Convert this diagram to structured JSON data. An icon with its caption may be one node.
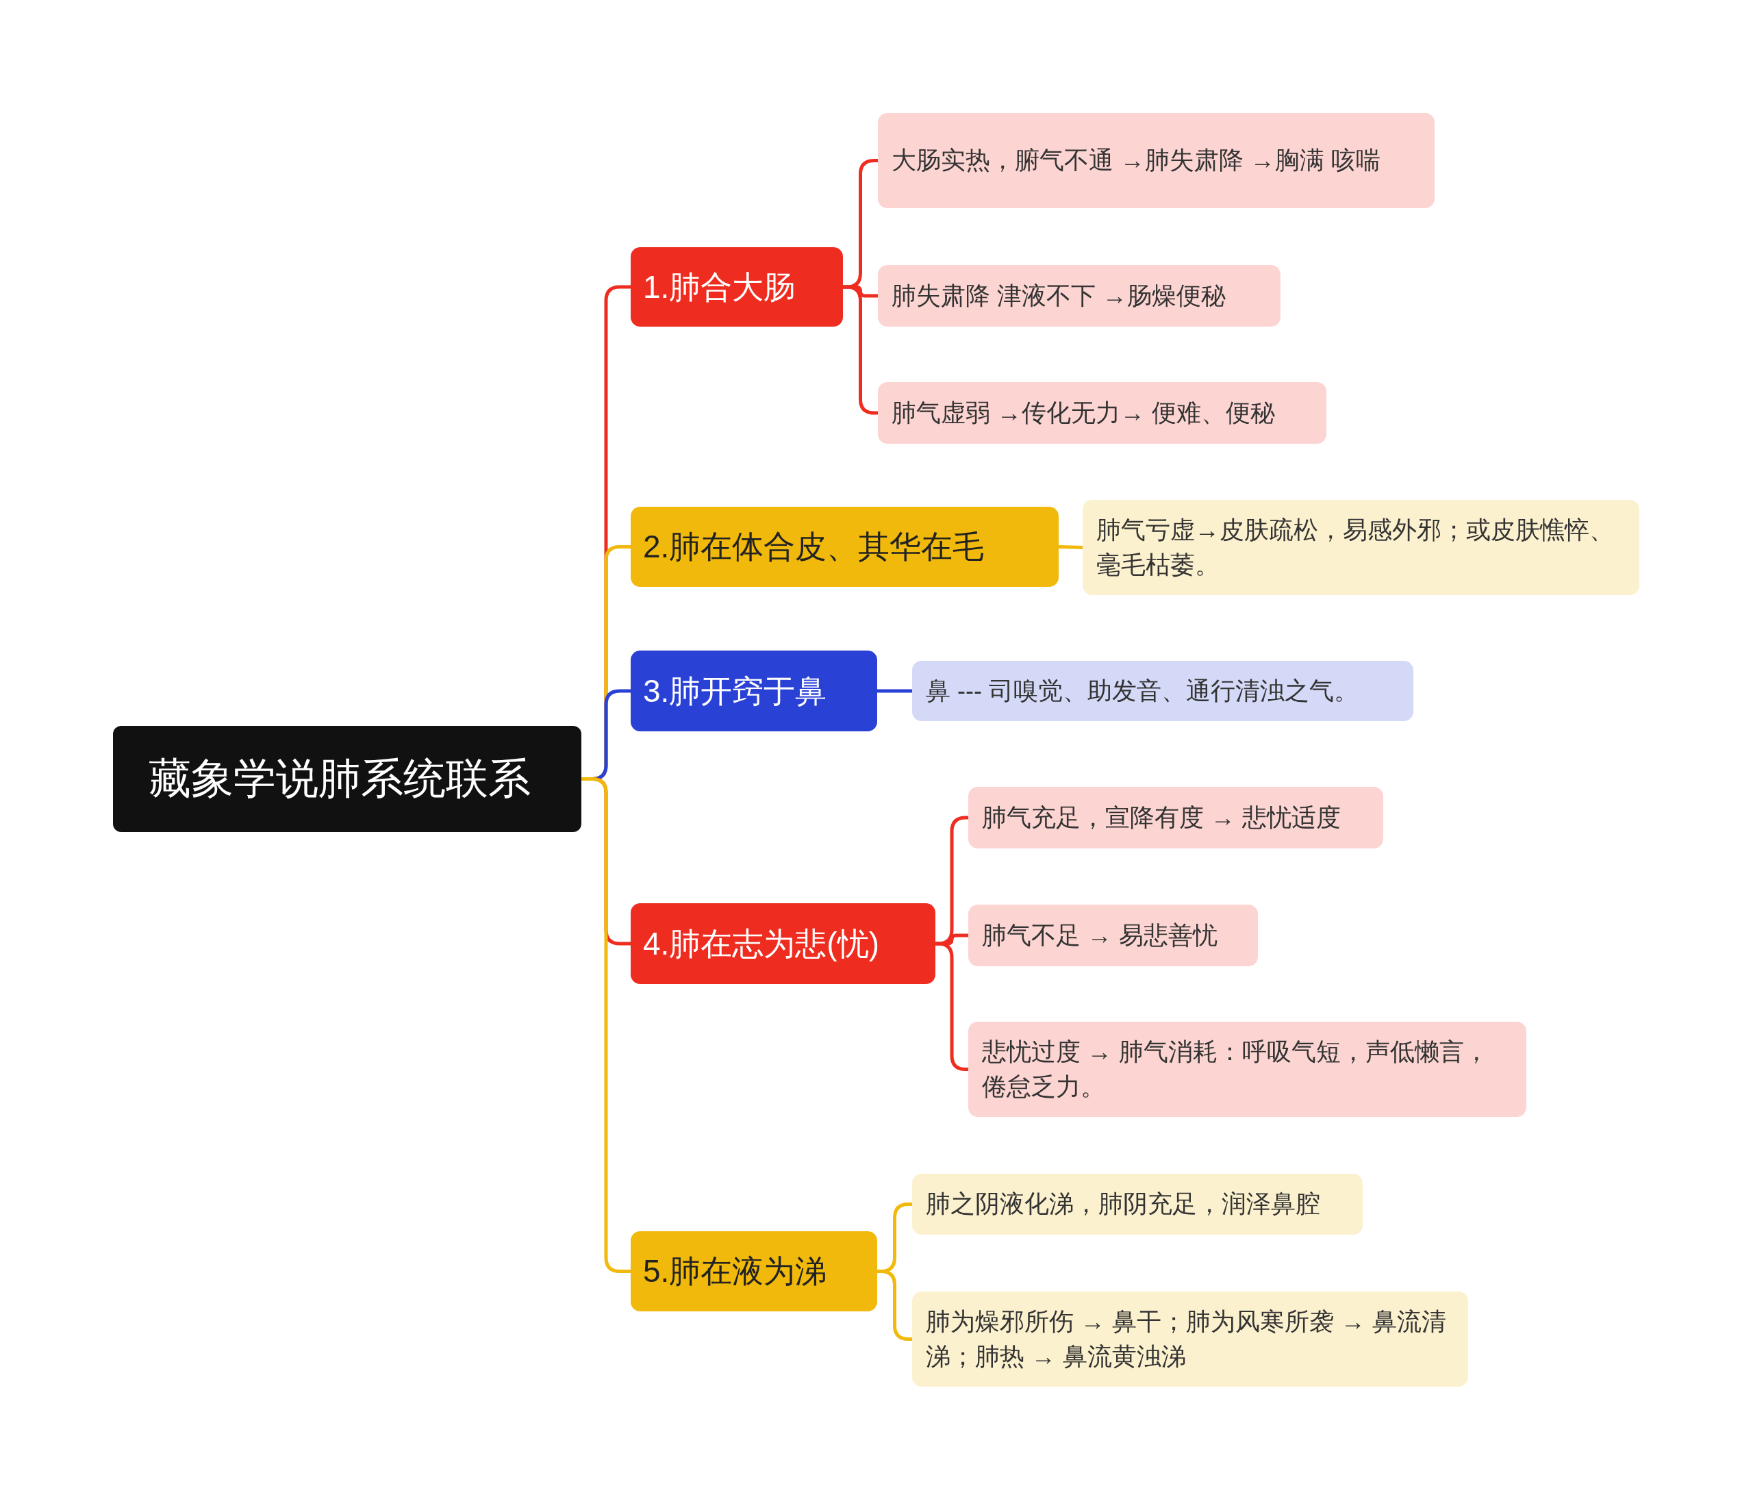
{
  "diagram": {
    "nodes": [
      {
        "text": [
          "藏象学说肺系统联系"
        ]
      },
      {
        "text": [
          "1.肺合大肠"
        ]
      },
      {
        "text": [
          "大肠实热，腑气不通 →肺失肃降 →胸满 咳喘"
        ]
      },
      {
        "text": [
          "肺失肃降 津液不下 →肠燥便秘"
        ]
      },
      {
        "text": [
          "肺气虚弱 →传化无力→ 便难、便秘"
        ]
      },
      {
        "text": [
          "2.肺在体合皮、其华在毛"
        ]
      },
      {
        "text": [
          "肺气亏虚→皮肤疏松，易感外邪；或皮肤憔悴、毫毛枯萎。"
        ]
      },
      {
        "text": [
          "3.肺开窍于鼻"
        ]
      },
      {
        "text": [
          "鼻 --- 司嗅觉、助发音、通行清浊之气。"
        ]
      },
      {
        "text": [
          "4.肺在志为悲(忧)"
        ]
      },
      {
        "text": [
          "肺气充足，宣降有度 → 悲忧适度"
        ]
      },
      {
        "text": [
          "肺气不足 → 易悲善忧"
        ]
      },
      {
        "text": [
          "悲忧过度 → 肺气消耗：呼吸气短，声低懒言，倦怠乏力。"
        ]
      },
      {
        "text": [
          "5.肺在液为涕"
        ]
      },
      {
        "text": [
          "肺之阴液化涕，肺阴充足，润泽鼻腔"
        ]
      },
      {
        "text": [
          "肺为燥邪所伤 → 鼻干；肺为风寒所袭 → 鼻流清涕；肺热 → 鼻流黄浊涕"
        ]
      }
    ],
    "edges": [
      {
        "from": 0,
        "to": 1,
        "arrow": "none"
      },
      {
        "from": 1,
        "to": 2,
        "arrow": "none"
      },
      {
        "from": 1,
        "to": 3,
        "arrow": "none"
      },
      {
        "from": 1,
        "to": 4,
        "arrow": "none"
      },
      {
        "from": 0,
        "to": 5,
        "arrow": "none",
        "color": "#f0b90b"
      },
      {
        "from": 5,
        "to": 6,
        "arrow": "none",
        "color": "#f0b90b"
      },
      {
        "from": 0,
        "to": 7,
        "arrow": "none",
        "color": "#2a41d6"
      },
      {
        "from": 7,
        "to": 8,
        "arrow": "none",
        "color": "#2a41d6"
      },
      {
        "from": 0,
        "to": 9,
        "arrow": "none"
      },
      {
        "from": 9,
        "to": 10,
        "arrow": "none"
      },
      {
        "from": 9,
        "to": 11,
        "arrow": "none"
      },
      {
        "from": 9,
        "to": 12,
        "arrow": "none"
      },
      {
        "from": 0,
        "to": 13,
        "arrow": "none",
        "color": "#f0b90b"
      },
      {
        "from": 13,
        "to": 14,
        "arrow": "none",
        "color": "#f0b90b"
      },
      {
        "from": 13,
        "to": 15,
        "arrow": "none",
        "color": "#f0b90b"
      }
    ]
  }
}
